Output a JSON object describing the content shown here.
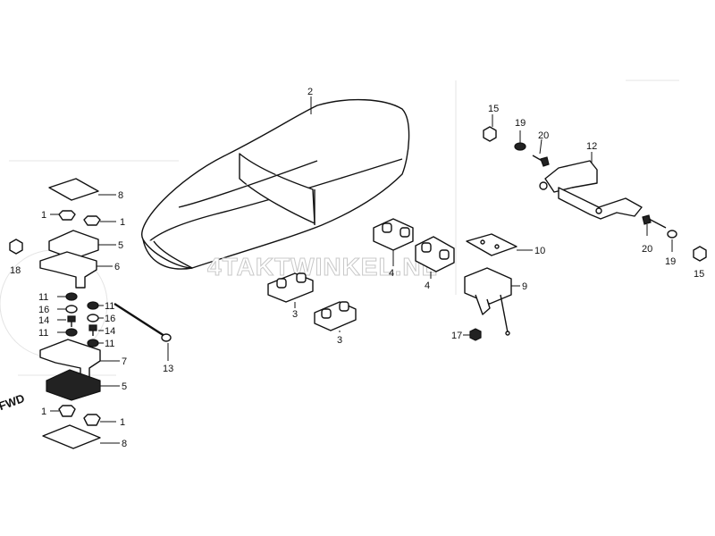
{
  "watermark": "4TAKTWINKEL.NL",
  "fwd_label": "FWD",
  "callouts": {
    "seat": "2",
    "rubber_block_front": "3",
    "rubber_block_rear": "3",
    "hinge_block_left": "4",
    "hinge_block_right": "4",
    "plate_right": "10",
    "hinge_right": "9",
    "nut_17": "17",
    "nut_15_top": "15",
    "bolt_19_top": "19",
    "washer_20_top": "20",
    "bracket_12": "12",
    "washer_20_bottom": "20",
    "bolt_19_bottom": "19",
    "nut_15_bottom": "15",
    "nut_18": "18",
    "plate_top": "8",
    "rubber_1_tl": "1",
    "rubber_1_tr": "1",
    "hinge_plate_top": "5",
    "bracket_top": "6",
    "washer_11_a": "11",
    "washer_11_b": "11",
    "washer_16_a": "16",
    "washer_16_b": "16",
    "bolt_14_a": "14",
    "bolt_14_b": "14",
    "washer_11_c": "11",
    "washer_11_d": "11",
    "rod_13": "13",
    "bracket_bottom": "7",
    "hinge_plate_bottom": "5",
    "rubber_1_bl": "1",
    "rubber_1_br": "1",
    "plate_bottom": "8"
  }
}
